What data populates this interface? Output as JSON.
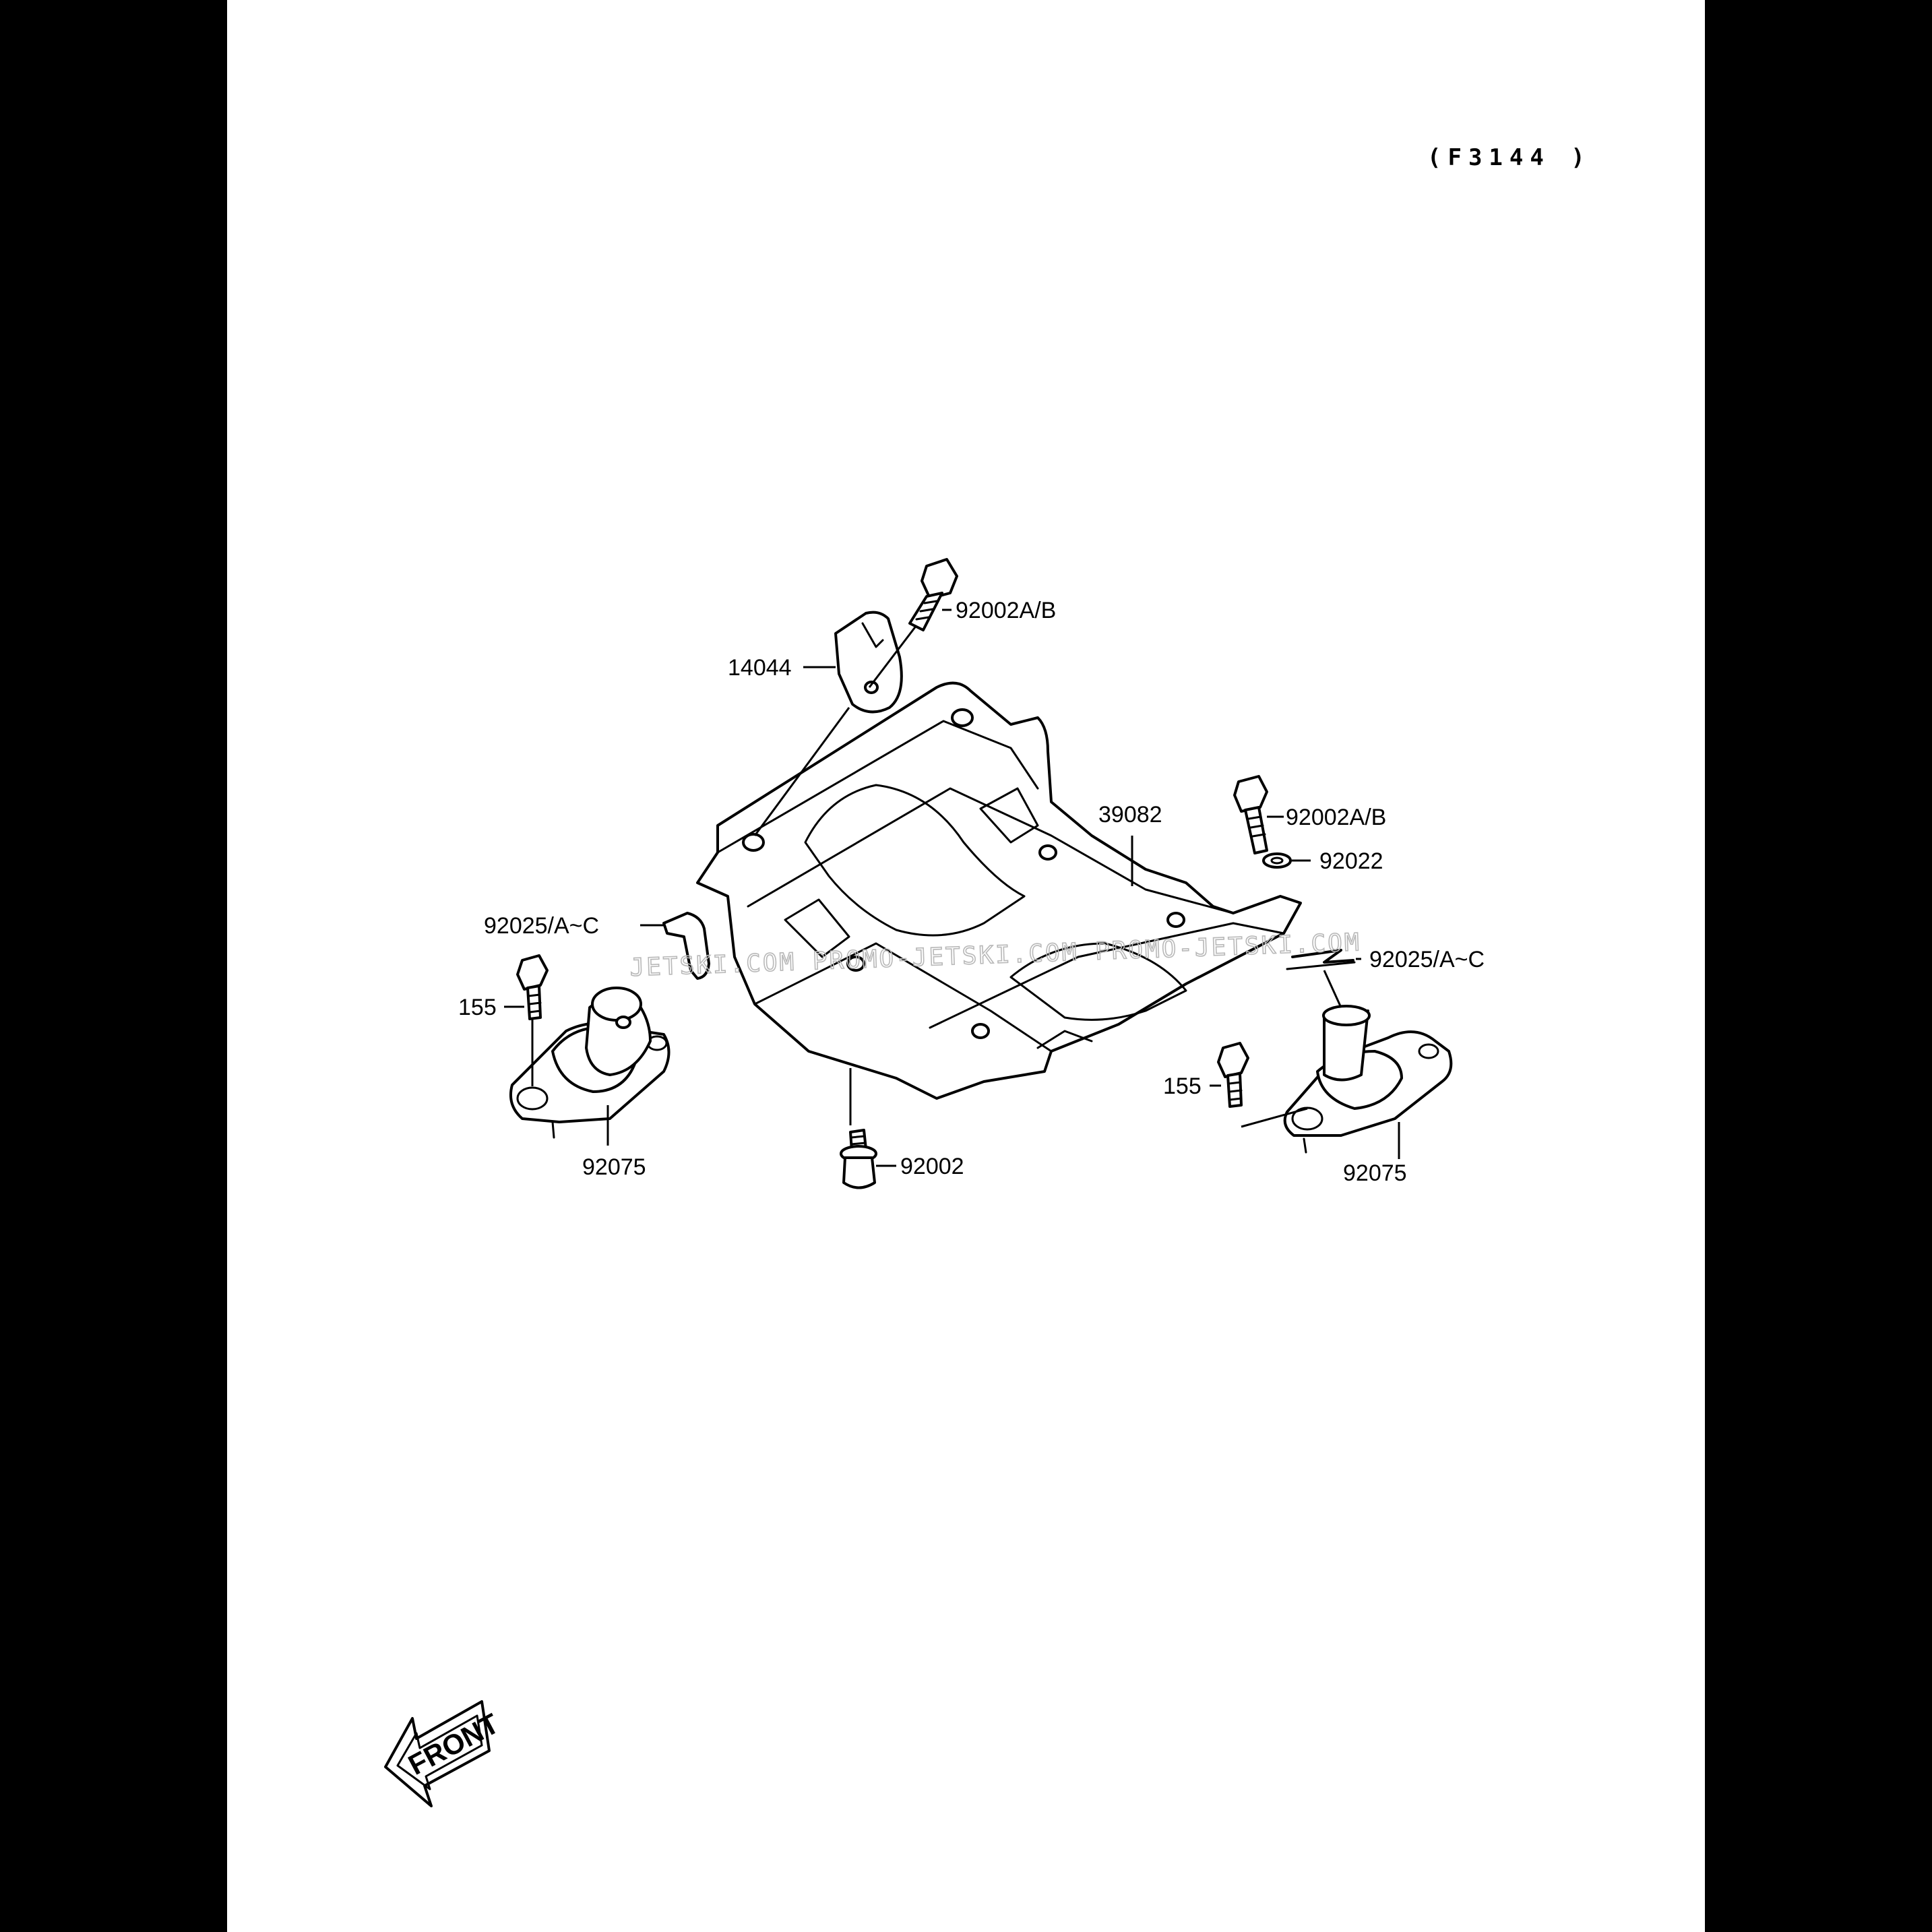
{
  "header": {
    "figure_code": "(F3144 )"
  },
  "watermark": {
    "text": "JETSKI.COM PROMO-JETSKI.COM PROMO-JETSKI.COM"
  },
  "callouts": [
    {
      "id": "bolt-top",
      "label": "92002A/B"
    },
    {
      "id": "plate",
      "label": "14044"
    },
    {
      "id": "bed",
      "label": "39082"
    },
    {
      "id": "bolt-right",
      "label": "92002A/B"
    },
    {
      "id": "washer",
      "label": "92022"
    },
    {
      "id": "shim-left",
      "label": "92025/A~C"
    },
    {
      "id": "shim-right",
      "label": "92025/A~C"
    },
    {
      "id": "bolt-left",
      "label": "155"
    },
    {
      "id": "bolt-right-mount",
      "label": "155"
    },
    {
      "id": "mount-left",
      "label": "92075"
    },
    {
      "id": "mount-right",
      "label": "92075"
    },
    {
      "id": "bolt-bottom",
      "label": "92002"
    }
  ],
  "direction_arrow": {
    "label": "FRONT"
  }
}
